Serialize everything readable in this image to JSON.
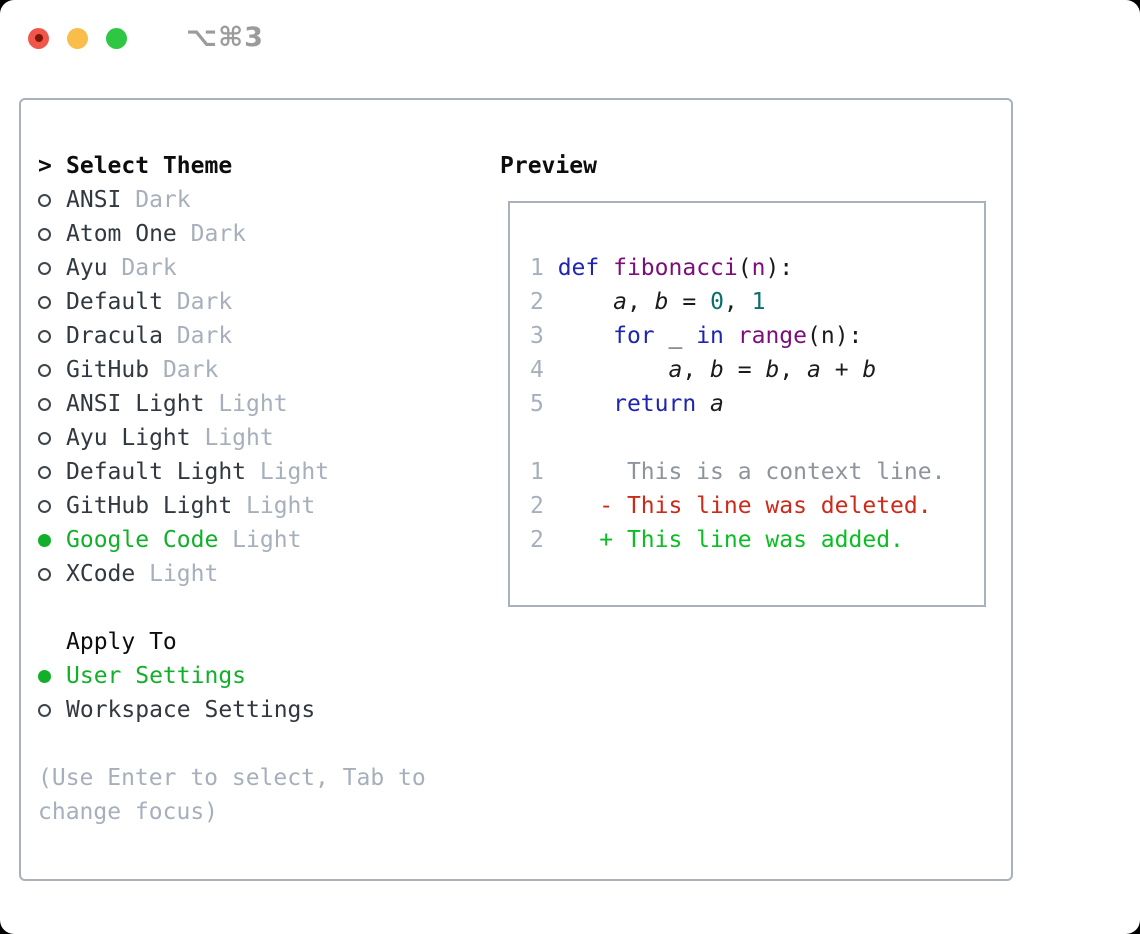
{
  "titlebar": {
    "shortcut": "⌥⌘3"
  },
  "colors": {
    "accent_green": "#12b02a",
    "traffic_red": "#f1564b",
    "traffic_yellow": "#f9bd4a",
    "traffic_green": "#2fc644",
    "border_gray": "#a9b1bb",
    "text_primary": "#31383f",
    "text_muted": "#a6afbb",
    "header_black": "#0d0d0d",
    "syntax_keyword": "#1f25b0",
    "syntax_name": "#7c0e7c",
    "syntax_literal": "#0b6e6e",
    "syntax_plain": "#1b1b1b",
    "diff_context": "#8d949c",
    "diff_deleted": "#cc2a1a",
    "diff_added": "#0abe23",
    "line_number": "#a6b0bd",
    "shortcut_gray": "#9b9b9b",
    "unsaved_dot": "#7f1507"
  },
  "theme_picker": {
    "prompt": ">",
    "header": "Select Theme",
    "items": [
      {
        "label": "ANSI",
        "variant": "Dark",
        "selected": false
      },
      {
        "label": "Atom One",
        "variant": "Dark",
        "selected": false
      },
      {
        "label": "Ayu",
        "variant": "Dark",
        "selected": false
      },
      {
        "label": "Default",
        "variant": "Dark",
        "selected": false
      },
      {
        "label": "Dracula",
        "variant": "Dark",
        "selected": false
      },
      {
        "label": "GitHub",
        "variant": "Dark",
        "selected": false
      },
      {
        "label": "ANSI Light",
        "variant": "Light",
        "selected": false
      },
      {
        "label": "Ayu Light",
        "variant": "Light",
        "selected": false
      },
      {
        "label": "Default Light",
        "variant": "Light",
        "selected": false
      },
      {
        "label": "GitHub Light",
        "variant": "Light",
        "selected": false
      },
      {
        "label": "Google Code",
        "variant": "Light",
        "selected": true
      },
      {
        "label": "XCode",
        "variant": "Light",
        "selected": false
      }
    ]
  },
  "apply_to": {
    "header": "Apply To",
    "options": [
      {
        "label": "User Settings",
        "selected": true
      },
      {
        "label": "Workspace Settings",
        "selected": false
      }
    ]
  },
  "help": {
    "line1": "(Use Enter to select, Tab to",
    "line2": "change focus)"
  },
  "preview": {
    "header": "Preview",
    "lines": [
      [
        {
          "t": "1 ",
          "c": "ln"
        },
        {
          "t": "def",
          "c": "kw"
        },
        {
          "t": " ",
          "c": "pl"
        },
        {
          "t": "fibonacci",
          "c": "fn"
        },
        {
          "t": "(",
          "c": "pl"
        },
        {
          "t": "n",
          "c": "fn"
        },
        {
          "t": "):",
          "c": "pl"
        }
      ],
      [
        {
          "t": "2 ",
          "c": "ln"
        },
        {
          "t": "    ",
          "c": "pl"
        },
        {
          "t": "a",
          "c": "var"
        },
        {
          "t": ", ",
          "c": "pl"
        },
        {
          "t": "b",
          "c": "var"
        },
        {
          "t": " = ",
          "c": "pl"
        },
        {
          "t": "0",
          "c": "num"
        },
        {
          "t": ", ",
          "c": "pl"
        },
        {
          "t": "1",
          "c": "num"
        }
      ],
      [
        {
          "t": "3 ",
          "c": "ln"
        },
        {
          "t": "    ",
          "c": "pl"
        },
        {
          "t": "for",
          "c": "kw"
        },
        {
          "t": " _ ",
          "c": "pl"
        },
        {
          "t": "in",
          "c": "kw"
        },
        {
          "t": " ",
          "c": "pl"
        },
        {
          "t": "range",
          "c": "fn"
        },
        {
          "t": "(n):",
          "c": "pl"
        }
      ],
      [
        {
          "t": "4 ",
          "c": "ln"
        },
        {
          "t": "        ",
          "c": "pl"
        },
        {
          "t": "a",
          "c": "var"
        },
        {
          "t": ", ",
          "c": "pl"
        },
        {
          "t": "b",
          "c": "var"
        },
        {
          "t": " = ",
          "c": "pl"
        },
        {
          "t": "b",
          "c": "var"
        },
        {
          "t": ", ",
          "c": "pl"
        },
        {
          "t": "a",
          "c": "var"
        },
        {
          "t": " + ",
          "c": "pl"
        },
        {
          "t": "b",
          "c": "var"
        }
      ],
      [
        {
          "t": "5 ",
          "c": "ln"
        },
        {
          "t": "    ",
          "c": "pl"
        },
        {
          "t": "return",
          "c": "kw"
        },
        {
          "t": " ",
          "c": "pl"
        },
        {
          "t": "a",
          "c": "var"
        }
      ],
      [],
      [
        {
          "t": "1 ",
          "c": "ln"
        },
        {
          "t": "     This is a context line.",
          "c": "ctx"
        }
      ],
      [
        {
          "t": "2 ",
          "c": "ln"
        },
        {
          "t": "   - This line was deleted.",
          "c": "del"
        }
      ],
      [
        {
          "t": "2 ",
          "c": "ln"
        },
        {
          "t": "   + This line was added.",
          "c": "add"
        }
      ]
    ]
  }
}
